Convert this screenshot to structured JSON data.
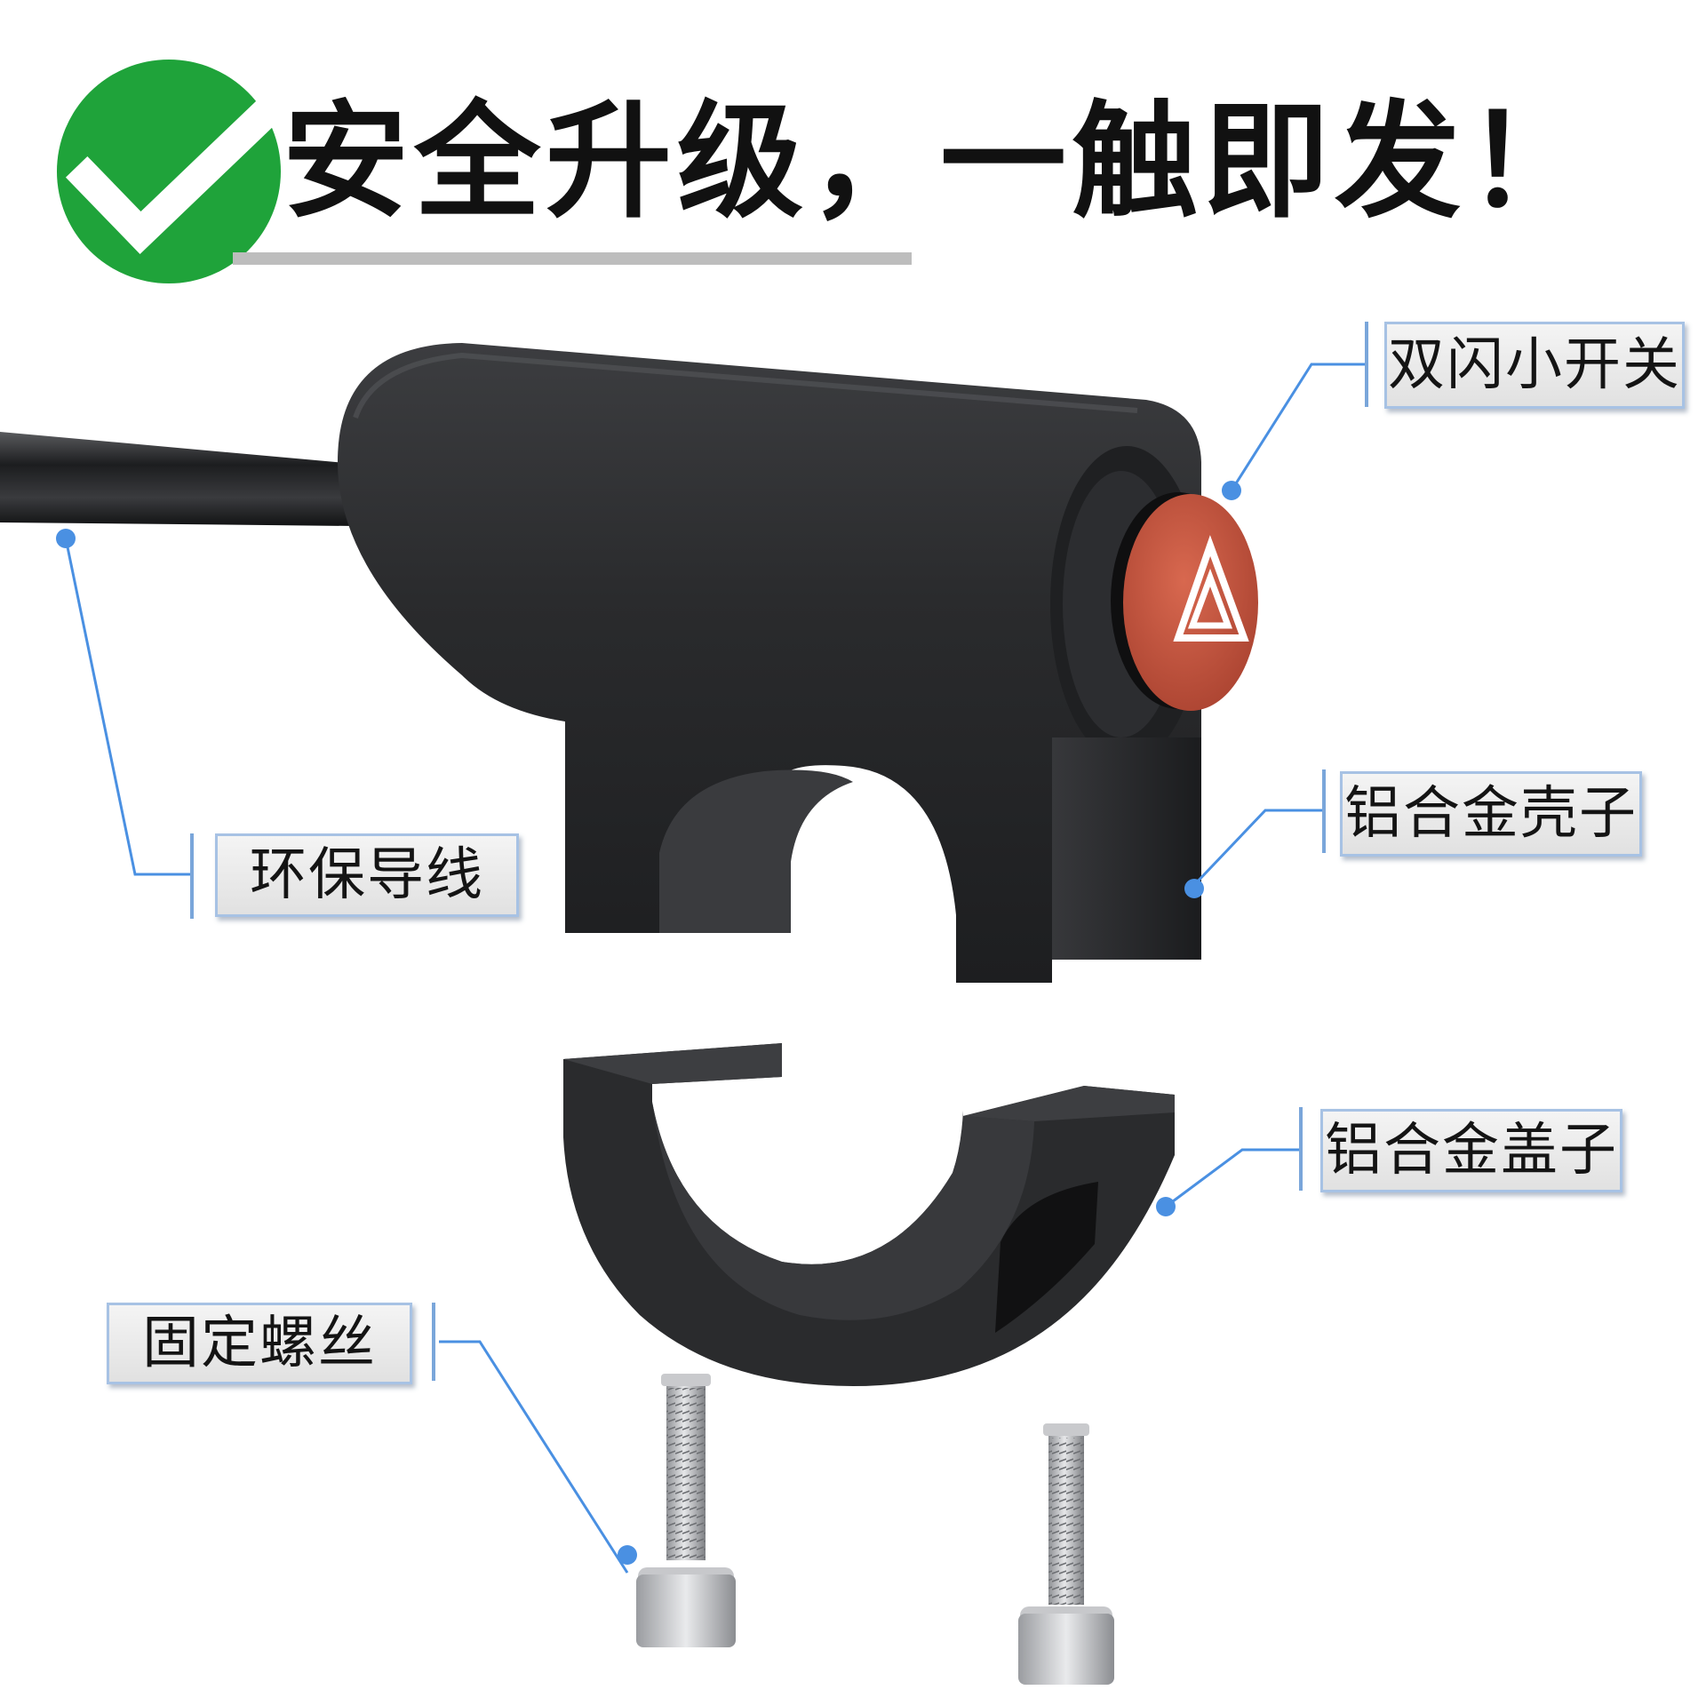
{
  "headline": "安全升级，一触即发！",
  "labels": {
    "switch": "双闪小开关",
    "housing": "铝合金壳子",
    "wire": "环保导线",
    "cover": "铝合金盖子",
    "screws": "固定螺丝"
  },
  "colors": {
    "check_badge": "#1fa33a",
    "button": "#c3523f",
    "body": "#2b2c2e",
    "callout": "#4a90e2"
  },
  "icons": [
    "check-icon",
    "hazard-triangle-icon"
  ]
}
